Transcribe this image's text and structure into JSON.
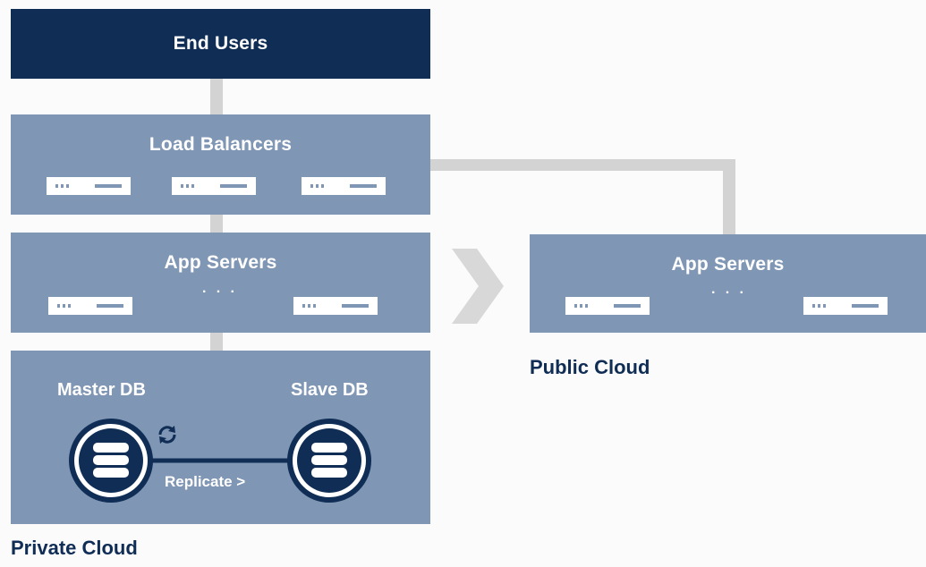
{
  "diagram": {
    "end_users": {
      "label": "End Users"
    },
    "load_balancers": {
      "label": "Load Balancers"
    },
    "private_app_servers": {
      "label": "App Servers",
      "ellipsis": "· · ·"
    },
    "public_app_servers": {
      "label": "App Servers",
      "ellipsis": "· · ·"
    },
    "database": {
      "master_label": "Master DB",
      "slave_label": "Slave DB",
      "replicate_label": "Replicate >"
    },
    "private_cloud_label": "Private Cloud",
    "public_cloud_label": "Public Cloud",
    "icons": [
      "server-icon",
      "database-icon",
      "sync-icon",
      "chevron-right-icon"
    ],
    "colors": {
      "dark_navy": "#0f2d55",
      "slate_blue": "#7f96b4",
      "connector_gray": "#d3d3d3",
      "chevron_gray": "#d8d8d8"
    }
  }
}
